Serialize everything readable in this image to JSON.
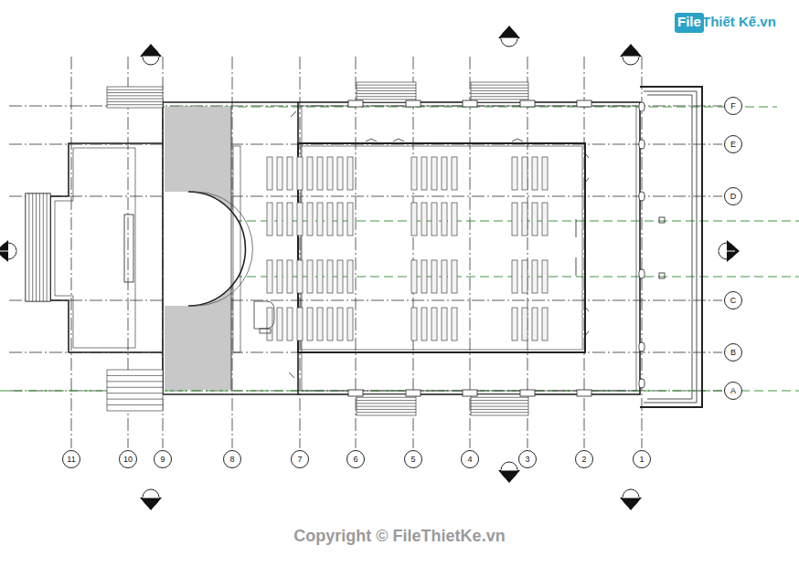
{
  "diagram": {
    "nodes": [
      {
        "text": [
          "11"
        ]
      },
      {
        "text": [
          "10"
        ]
      },
      {
        "text": [
          "9"
        ]
      },
      {
        "text": [
          "8"
        ]
      },
      {
        "text": [
          "7"
        ]
      },
      {
        "text": [
          "6"
        ]
      },
      {
        "text": [
          "5"
        ]
      },
      {
        "text": [
          "4"
        ]
      },
      {
        "text": [
          "3"
        ]
      },
      {
        "text": [
          "2"
        ]
      },
      {
        "text": [
          "1"
        ]
      },
      {
        "text": [
          "F"
        ]
      },
      {
        "text": [
          "E"
        ]
      },
      {
        "text": [
          "D"
        ]
      },
      {
        "text": [
          "C"
        ]
      },
      {
        "text": [
          "B"
        ]
      },
      {
        "text": [
          "A"
        ]
      }
    ],
    "labels": [
      "File",
      "Thiết Kế.vn",
      "Copyright © FileThietKe.vn"
    ]
  }
}
